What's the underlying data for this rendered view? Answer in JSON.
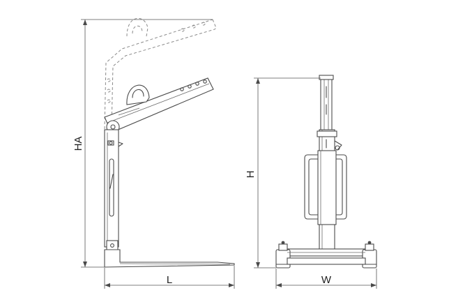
{
  "dimensions": {
    "ha": "HA",
    "l": "L",
    "h": "H",
    "w": "W"
  }
}
